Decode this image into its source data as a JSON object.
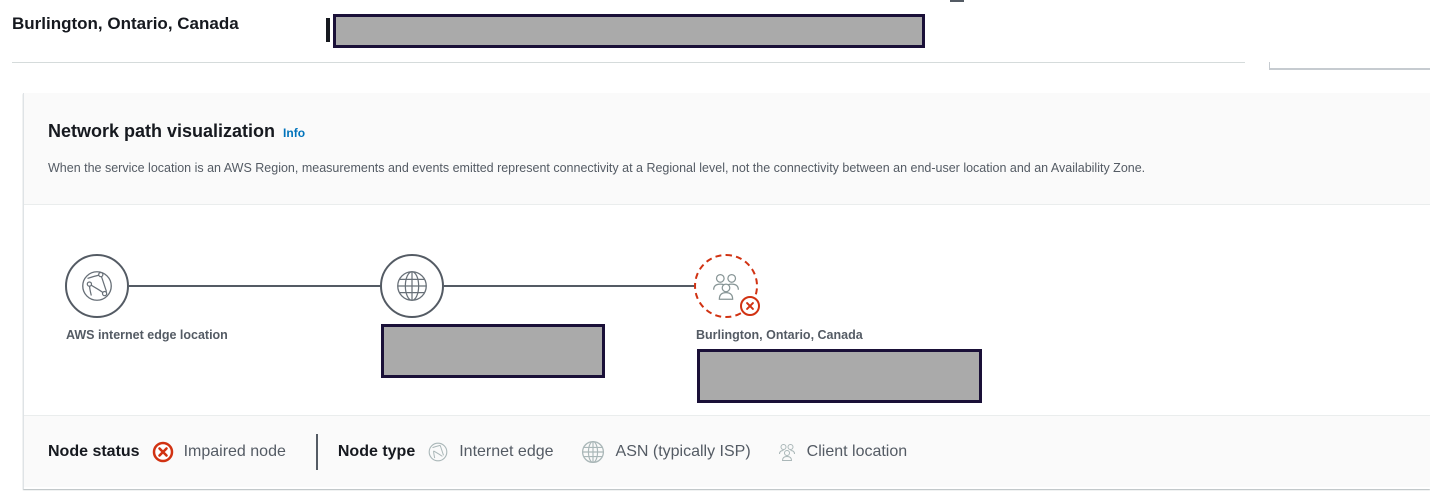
{
  "header": {
    "title": "Burlington, Ontario, Canada",
    "redacted": true
  },
  "panel": {
    "title": "Network path visualization",
    "info_label": "Info",
    "description": "When the service location is an AWS Region, measurements and events emitted represent connectivity at a Regional level, not the connectivity between an end-user location and an Availability Zone."
  },
  "nodes": [
    {
      "type": "internet-edge",
      "label": "AWS internet edge location",
      "status": "normal"
    },
    {
      "type": "asn",
      "label": "",
      "label_redacted": true,
      "status": "normal"
    },
    {
      "type": "client-location",
      "label": "Burlington, Ontario, Canada",
      "sublabel_redacted": true,
      "status": "impaired"
    }
  ],
  "legend": {
    "status_heading": "Node status",
    "status_items": [
      {
        "icon": "x-circle-icon",
        "label": "Impaired node",
        "color": "#d13212"
      }
    ],
    "type_heading": "Node type",
    "type_items": [
      {
        "icon": "internet-edge-icon",
        "label": "Internet edge"
      },
      {
        "icon": "globe-icon",
        "label": "ASN (typically ISP)"
      },
      {
        "icon": "users-icon",
        "label": "Client location"
      }
    ]
  },
  "colors": {
    "impaired": "#d13212",
    "link": "#0073bb",
    "text_secondary": "#545b64",
    "text_primary": "#16191f"
  }
}
